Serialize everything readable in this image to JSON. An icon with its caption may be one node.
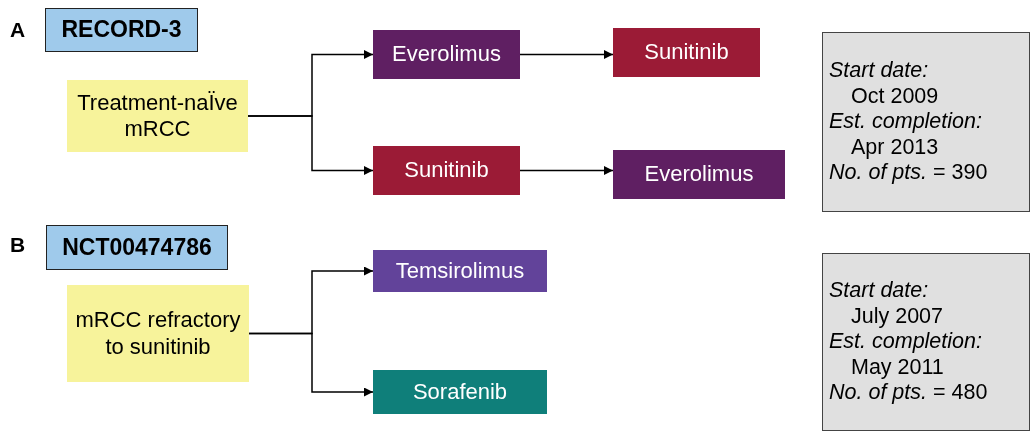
{
  "diagram": {
    "nodes": [
      {
        "text": [
          "RECORD-3"
        ]
      },
      {
        "text": [
          "Treatment-naÏve mRCC"
        ]
      },
      {
        "text": [
          "Everolimus"
        ]
      },
      {
        "text": [
          "Sunitinib"
        ]
      },
      {
        "text": [
          "Sunitinib"
        ]
      },
      {
        "text": [
          "Everolimus"
        ]
      },
      {
        "text": [
          "Start date:",
          "Oct 2009",
          "Est. completion:",
          "Apr 2013",
          "*No. of pts.* = 390"
        ]
      },
      {
        "text": [
          "NCT00474786"
        ]
      },
      {
        "text": [
          "mRCC refractory to sunitinib"
        ]
      },
      {
        "text": [
          "Temsirolimus"
        ]
      },
      {
        "text": [
          "Sorafenib"
        ]
      },
      {
        "text": [
          "Start date:",
          "July 2007",
          "Est. completion:",
          "May 2011",
          "*No. of pts.* = 480"
        ]
      }
    ],
    "edges": [
      {
        "from": 1,
        "to": 2,
        "arrow": "to"
      },
      {
        "from": 1,
        "to": 4,
        "arrow": "to"
      },
      {
        "from": 2,
        "to": 3,
        "arrow": "to"
      },
      {
        "from": 4,
        "to": 5,
        "arrow": "to"
      },
      {
        "from": 8,
        "to": 9,
        "arrow": "to"
      },
      {
        "from": 8,
        "to": 10,
        "arrow": "to"
      }
    ],
    "labels": [
      "A",
      "B"
    ]
  }
}
